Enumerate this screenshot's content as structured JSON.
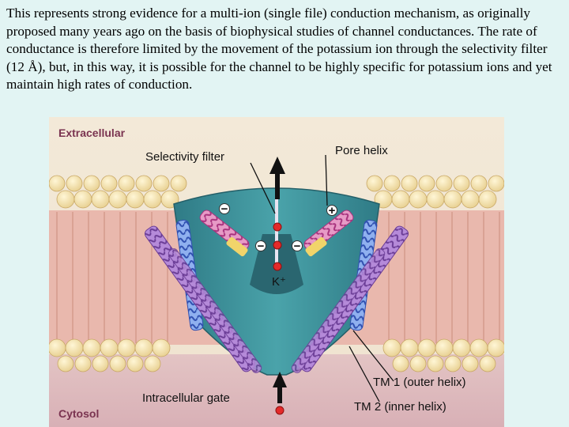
{
  "slide": {
    "paragraph": "This represents strong evidence for a multi-ion (single file) conduction mechanism, as originally proposed many years ago on the basis of biophysical studies of channel conductances. The rate of conductance is therefore limited by the movement of the potassium ion through the selectivity filter (12 Å), but, in this way, it is possible for the channel to be highly specific for potassium ions and yet maintain high rates of conduction."
  },
  "diagram": {
    "labels": {
      "extracellular": "Extracellular",
      "cytosol": "Cytosol",
      "selectivity_filter": "Selectivity filter",
      "pore_helix": "Pore helix",
      "ion": "K⁺",
      "tm1": "TM 1 (outer helix)",
      "tm2": "TM 2 (inner helix)",
      "intracellular_gate": "Intracellular gate",
      "plus": "+",
      "minus": "−"
    },
    "colors": {
      "membrane": "#e8b0a8",
      "lipid_head": "#f5e2ad",
      "channel": "#3f8e96",
      "channel_inner": "#2e6f78",
      "helix_purple": "#9b6fc4",
      "helix_blue": "#5b7fd6",
      "pore_helix": "#d46aa8",
      "ion_red": "#e42a2a"
    }
  }
}
